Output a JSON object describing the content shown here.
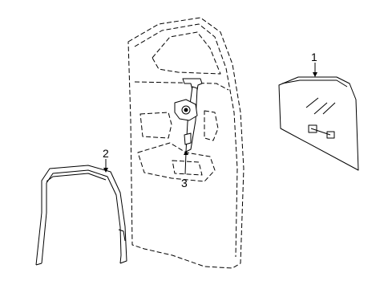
{
  "diagram": {
    "callouts": [
      {
        "label": "1",
        "part": "door-glass"
      },
      {
        "label": "2",
        "part": "glass-run-channel"
      },
      {
        "label": "3",
        "part": "window-regulator"
      }
    ]
  }
}
